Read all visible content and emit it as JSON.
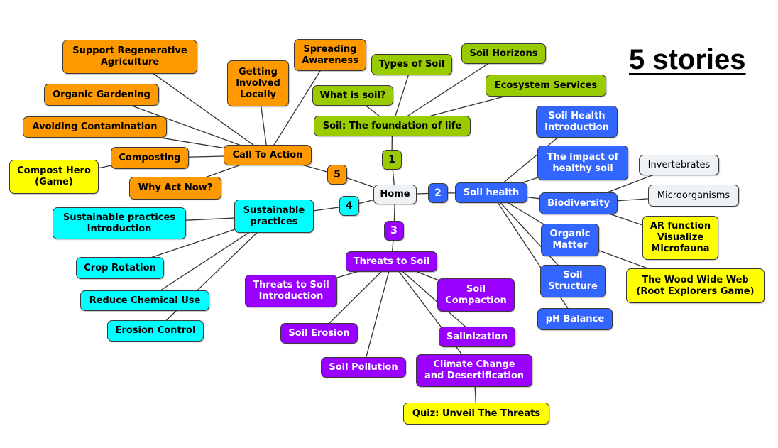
{
  "title": "5 stories",
  "colors": {
    "green": "#99cc00",
    "blue": "#3366ff",
    "purple": "#9900ff",
    "cyan": "#00ffff",
    "orange": "#ff9900",
    "yellow": "#ffff00",
    "light": "#eef2f5",
    "home": "#eef2f5"
  },
  "nodes": [
    {
      "id": "home",
      "label": "Home",
      "color": "home",
      "text": "#000000"
    },
    {
      "id": "n1",
      "label": "1",
      "color": "green",
      "text": "#000000"
    },
    {
      "id": "n2",
      "label": "2",
      "color": "blue",
      "text": "#ffffff"
    },
    {
      "id": "n3",
      "label": "3",
      "color": "purple",
      "text": "#ffffff"
    },
    {
      "id": "n4",
      "label": "4",
      "color": "cyan",
      "text": "#000000"
    },
    {
      "id": "n5",
      "label": "5",
      "color": "orange",
      "text": "#000000"
    },
    {
      "id": "foundation",
      "label": "Soil: The foundation of life",
      "color": "green",
      "text": "#000000"
    },
    {
      "id": "whatis",
      "label": "What is soil?",
      "color": "green",
      "text": "#000000"
    },
    {
      "id": "types",
      "label": "Types of Soil",
      "color": "green",
      "text": "#000000"
    },
    {
      "id": "horizons",
      "label": "Soil Horizons",
      "color": "green",
      "text": "#000000"
    },
    {
      "id": "ecosystem",
      "label": "Ecosystem Services",
      "color": "green",
      "text": "#000000"
    },
    {
      "id": "soilhealth",
      "label": "Soil health",
      "color": "blue",
      "text": "#ffffff"
    },
    {
      "id": "shintro",
      "label": "Soil Health\nIntroduction",
      "color": "blue",
      "text": "#ffffff"
    },
    {
      "id": "impact",
      "label": "The impact of\nhealthy soil",
      "color": "blue",
      "text": "#ffffff"
    },
    {
      "id": "biodiversity",
      "label": "Biodiversity",
      "color": "blue",
      "text": "#ffffff"
    },
    {
      "id": "organic",
      "label": "Organic\nMatter",
      "color": "blue",
      "text": "#ffffff"
    },
    {
      "id": "structure",
      "label": "Soil\nStructure",
      "color": "blue",
      "text": "#ffffff"
    },
    {
      "id": "ph",
      "label": "pH Balance",
      "color": "blue",
      "text": "#ffffff"
    },
    {
      "id": "invert",
      "label": "Invertebrates",
      "color": "light",
      "text": "#000000",
      "light": true
    },
    {
      "id": "micro",
      "label": "Microorganisms",
      "color": "light",
      "text": "#000000",
      "light": true
    },
    {
      "id": "ar",
      "label": "AR function\nVisualize\nMicrofauna",
      "color": "yellow",
      "text": "#000000"
    },
    {
      "id": "woodweb",
      "label": "The Wood Wide Web\n(Root Explorers Game)",
      "color": "yellow",
      "text": "#000000"
    },
    {
      "id": "threats",
      "label": "Threats to Soil",
      "color": "purple",
      "text": "#ffffff"
    },
    {
      "id": "thintro",
      "label": "Threats to Soil\nIntroduction",
      "color": "purple",
      "text": "#ffffff"
    },
    {
      "id": "erosion",
      "label": "Soil Erosion",
      "color": "purple",
      "text": "#ffffff"
    },
    {
      "id": "pollution",
      "label": "Soil Pollution",
      "color": "purple",
      "text": "#ffffff"
    },
    {
      "id": "compaction",
      "label": "Soil\nCompaction",
      "color": "purple",
      "text": "#ffffff"
    },
    {
      "id": "salinization",
      "label": "Salinization",
      "color": "purple",
      "text": "#ffffff"
    },
    {
      "id": "climate",
      "label": "Climate Change\nand Desertification",
      "color": "purple",
      "text": "#ffffff"
    },
    {
      "id": "quiz",
      "label": "Quiz: Unveil The Threats",
      "color": "yellow",
      "text": "#000000"
    },
    {
      "id": "sustainable",
      "label": "Sustainable\npractices",
      "color": "cyan",
      "text": "#000000"
    },
    {
      "id": "spintro",
      "label": "Sustainable practices\nIntroduction",
      "color": "cyan",
      "text": "#000000"
    },
    {
      "id": "crop",
      "label": "Crop Rotation",
      "color": "cyan",
      "text": "#000000"
    },
    {
      "id": "chemical",
      "label": "Reduce Chemical Use",
      "color": "cyan",
      "text": "#000000"
    },
    {
      "id": "erosionctl",
      "label": "Erosion Control",
      "color": "cyan",
      "text": "#000000"
    },
    {
      "id": "cta",
      "label": "Call To Action",
      "color": "orange",
      "text": "#000000"
    },
    {
      "id": "regen",
      "label": "Support Regenerative\nAgriculture",
      "color": "orange",
      "text": "#000000"
    },
    {
      "id": "gardening",
      "label": "Organic Gardening",
      "color": "orange",
      "text": "#000000"
    },
    {
      "id": "contam",
      "label": "Avoiding Contamination",
      "color": "orange",
      "text": "#000000"
    },
    {
      "id": "composting",
      "label": "Composting",
      "color": "orange",
      "text": "#000000"
    },
    {
      "id": "whyact",
      "label": "Why Act Now?",
      "color": "orange",
      "text": "#000000"
    },
    {
      "id": "involved",
      "label": "Getting\nInvolved\nLocally",
      "color": "orange",
      "text": "#000000"
    },
    {
      "id": "awareness",
      "label": "Spreading\nAwareness",
      "color": "orange",
      "text": "#000000"
    },
    {
      "id": "composthero",
      "label": "Compost Hero\n(Game)",
      "color": "yellow",
      "text": "#000000"
    }
  ],
  "links": [
    [
      "home",
      "n1"
    ],
    [
      "home",
      "n2"
    ],
    [
      "home",
      "n3"
    ],
    [
      "home",
      "n4"
    ],
    [
      "home",
      "n5"
    ],
    [
      "n1",
      "foundation"
    ],
    [
      "foundation",
      "whatis"
    ],
    [
      "foundation",
      "types"
    ],
    [
      "foundation",
      "horizons"
    ],
    [
      "foundation",
      "ecosystem"
    ],
    [
      "n2",
      "soilhealth"
    ],
    [
      "soilhealth",
      "shintro"
    ],
    [
      "soilhealth",
      "impact"
    ],
    [
      "soilhealth",
      "biodiversity"
    ],
    [
      "soilhealth",
      "organic"
    ],
    [
      "soilhealth",
      "structure"
    ],
    [
      "soilhealth",
      "ph"
    ],
    [
      "biodiversity",
      "invert"
    ],
    [
      "biodiversity",
      "micro"
    ],
    [
      "biodiversity",
      "ar"
    ],
    [
      "organic",
      "woodweb"
    ],
    [
      "n3",
      "threats"
    ],
    [
      "threats",
      "thintro"
    ],
    [
      "threats",
      "erosion"
    ],
    [
      "threats",
      "pollution"
    ],
    [
      "threats",
      "compaction"
    ],
    [
      "threats",
      "salinization"
    ],
    [
      "threats",
      "climate"
    ],
    [
      "climate",
      "quiz"
    ],
    [
      "n4",
      "sustainable"
    ],
    [
      "sustainable",
      "spintro"
    ],
    [
      "sustainable",
      "crop"
    ],
    [
      "sustainable",
      "chemical"
    ],
    [
      "sustainable",
      "erosionctl"
    ],
    [
      "n5",
      "cta"
    ],
    [
      "cta",
      "regen"
    ],
    [
      "cta",
      "gardening"
    ],
    [
      "cta",
      "contam"
    ],
    [
      "cta",
      "composting"
    ],
    [
      "cta",
      "whyact"
    ],
    [
      "cta",
      "involved"
    ],
    [
      "cta",
      "awareness"
    ],
    [
      "composting",
      "composthero"
    ]
  ]
}
